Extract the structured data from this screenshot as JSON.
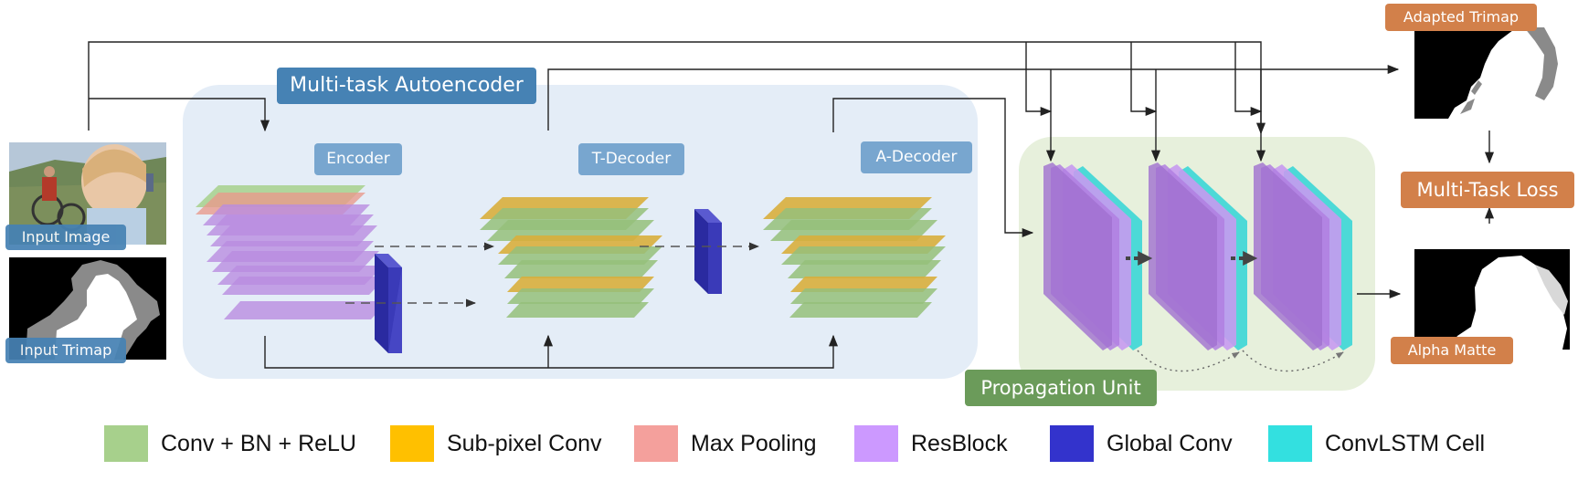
{
  "labels": {
    "multitask": "Multi-task Autoencoder",
    "encoder": "Encoder",
    "tdecoder": "T-Decoder",
    "adecoder": "A-Decoder",
    "propagation": "Propagation Unit",
    "input_image": "Input Image",
    "input_trimap": "Input Trimap",
    "adapted_trimap": "Adapted Trimap",
    "multitask_loss": "Multi-Task Loss",
    "alpha_matte": "Alpha Matte"
  },
  "legend": [
    {
      "label": "Conv + BN + ReLU",
      "color": "#a7d08c"
    },
    {
      "label": "Sub-pixel Conv",
      "color": "#ffc000"
    },
    {
      "label": "Max Pooling",
      "color": "#f4a09c"
    },
    {
      "label": "ResBlock",
      "color": "#cc99ff"
    },
    {
      "label": "Global Conv",
      "color": "#3333cc"
    },
    {
      "label": "ConvLSTM Cell",
      "color": "#33e0e0"
    }
  ],
  "colors": {
    "autoencoder_bg": "#e4edf7",
    "propagation_bg": "#e7f0dc",
    "arrow": "#222222"
  }
}
